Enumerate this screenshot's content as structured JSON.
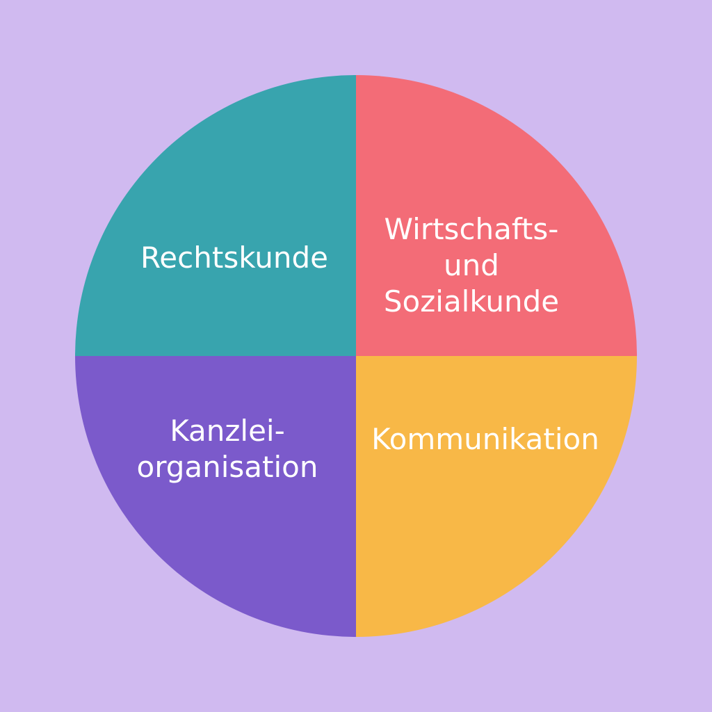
{
  "colors": {
    "background": "#D0BAF0",
    "rechtskunde": "#38A4AE",
    "wirtschaft": "#F36C77",
    "kanzlei": "#7B5ACB",
    "kommunikation": "#F8B847"
  },
  "quadrants": [
    {
      "lines": [
        "Rechtskunde"
      ],
      "color_key": "rechtskunde"
    },
    {
      "lines": [
        "Wirtschafts-",
        "und",
        "Sozialkunde"
      ],
      "color_key": "wirtschaft"
    },
    {
      "lines": [
        "Kanzlei-",
        "organisation"
      ],
      "color_key": "kanzlei"
    },
    {
      "lines": [
        "Kommunikation"
      ],
      "color_key": "kommunikation"
    }
  ]
}
